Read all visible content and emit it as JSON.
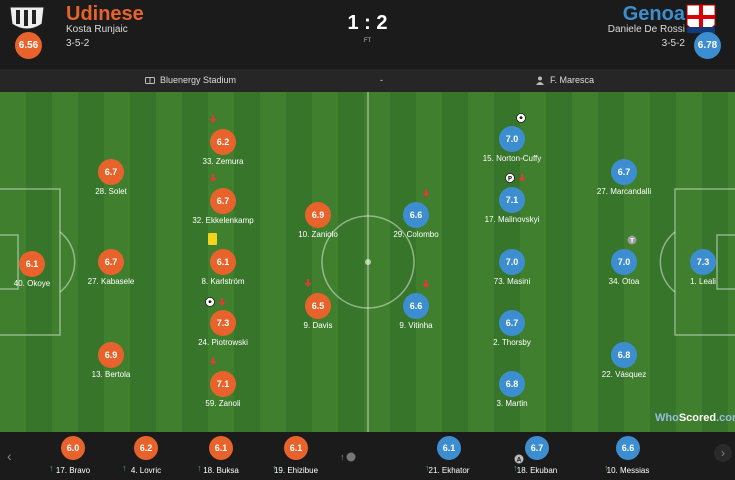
{
  "match": {
    "home": {
      "name": "Udinese",
      "coach": "Kosta Runjaic",
      "formation": "3-5-2",
      "rating": "6.56",
      "color": "#e8632c"
    },
    "away": {
      "name": "Genoa",
      "coach": "Daniele De Rossi",
      "formation": "3-5-2",
      "rating": "6.78",
      "color": "#3d8ed0"
    },
    "score": "1 : 2",
    "status": "FT",
    "stadium": "Bluenergy Stadium",
    "separator": "-",
    "referee": "F. Maresca"
  },
  "home_players": [
    {
      "rating": "6.1",
      "name": "40. Okoye"
    },
    {
      "rating": "6.7",
      "name": "28. Solet"
    },
    {
      "rating": "6.7",
      "name": "27. Kabasele"
    },
    {
      "rating": "6.9",
      "name": "13. Bertola"
    },
    {
      "rating": "6.2",
      "name": "33. Zemura"
    },
    {
      "rating": "6.7",
      "name": "32. Ekkelenkamp"
    },
    {
      "rating": "6.1",
      "name": "8. Karlström"
    },
    {
      "rating": "7.3",
      "name": "24. Piotrowski"
    },
    {
      "rating": "7.1",
      "name": "59. Zanoli"
    },
    {
      "rating": "6.9",
      "name": "10. Zaniolo"
    },
    {
      "rating": "6.5",
      "name": "9. Davis"
    }
  ],
  "away_players": [
    {
      "rating": "6.6",
      "name": "29. Colombo"
    },
    {
      "rating": "6.6",
      "name": "9. Vitinha"
    },
    {
      "rating": "7.0",
      "name": "15. Norton-Cuffy"
    },
    {
      "rating": "7.1",
      "name": "17. Malinovskyi"
    },
    {
      "rating": "7.0",
      "name": "73. Masini"
    },
    {
      "rating": "6.7",
      "name": "2. Thorsby"
    },
    {
      "rating": "6.8",
      "name": "3. Martin"
    },
    {
      "rating": "6.7",
      "name": "27. Marcandalli"
    },
    {
      "rating": "7.0",
      "name": "34. Otoa"
    },
    {
      "rating": "6.8",
      "name": "22. Vásquez"
    },
    {
      "rating": "7.3",
      "name": "1. Leali"
    }
  ],
  "subs": [
    {
      "rating": "6.0",
      "name": "17. Bravo",
      "team": "home"
    },
    {
      "rating": "6.2",
      "name": "4. Lovric",
      "team": "home"
    },
    {
      "rating": "6.1",
      "name": "18. Buksa",
      "team": "home"
    },
    {
      "rating": "6.1",
      "name": "19. Ehizibue",
      "team": "home"
    },
    {
      "rating": "6.1",
      "name": "21. Ekhator",
      "team": "away"
    },
    {
      "rating": "6.7",
      "name": "18. Ekuban",
      "team": "away"
    },
    {
      "rating": "6.6",
      "name": "10. Messias",
      "team": "away"
    }
  ],
  "watermark": {
    "who": "Who",
    "scored": "Scored",
    "com": ".com"
  },
  "icons": {
    "sub_off": "red-down-arrow-icon",
    "sub_on": "green-up-arrow-icon",
    "goal": "football-icon",
    "yellow": "yellow-card-icon",
    "penalty": "penalty-icon",
    "own": "grey-badge-icon",
    "assist": "assist-icon"
  }
}
